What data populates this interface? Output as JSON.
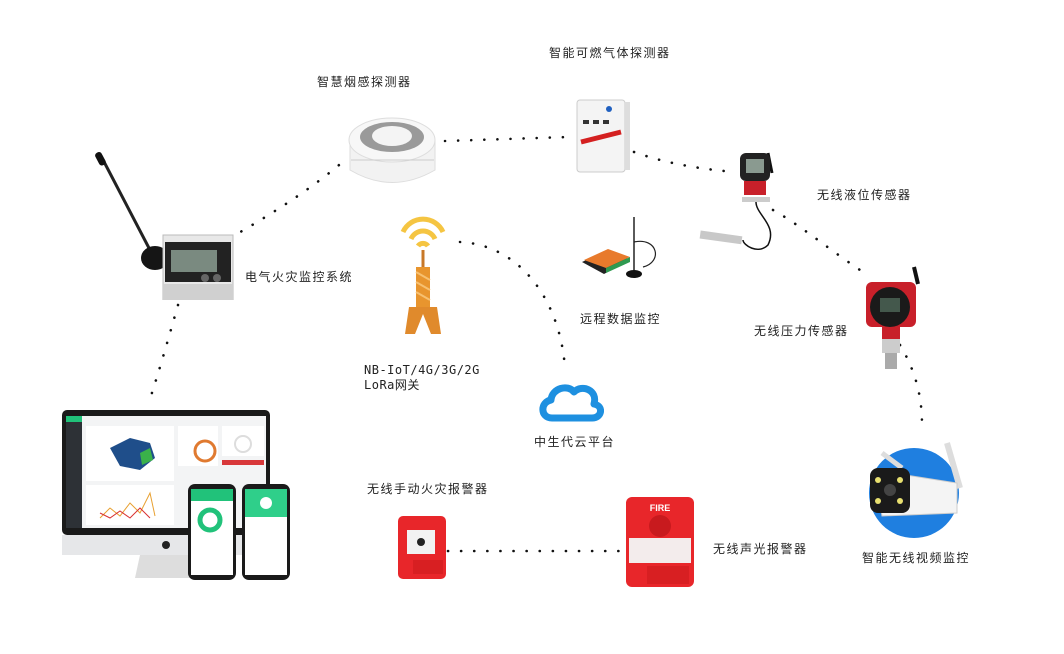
{
  "diagram": {
    "title_hidden": "",
    "nodes": {
      "electrical_fire": {
        "label": "电气火灾监控系统",
        "icon": "din-rail-monitor-with-antenna"
      },
      "smoke_detector": {
        "label": "智慧烟感探测器",
        "icon": "smoke-detector"
      },
      "gas_detector": {
        "label": "智能可燃气体探测器",
        "icon": "gas-detector"
      },
      "liquid_level": {
        "label": "无线液位传感器",
        "icon": "liquid-level-sensor"
      },
      "pressure": {
        "label": "无线压力传感器",
        "icon": "pressure-sensor"
      },
      "video": {
        "label": "智能无线视频监控",
        "icon": "bullet-camera"
      },
      "gateway": {
        "label_line1": "NB-IoT/4G/3G/2G",
        "label_line2": "LoRa网关",
        "icon": "signal-tower"
      },
      "remote_data": {
        "label": "远程数据监控",
        "icon": "dtu-router"
      },
      "cloud": {
        "label": "中生代云平台",
        "icon": "cloud"
      },
      "manual_alarm": {
        "label": "无线手动火灾报警器",
        "icon": "manual-call-point"
      },
      "sound_light_alarm": {
        "label": "无线声光报警器",
        "icon": "sound-light-alarm",
        "badge": "FIRE"
      },
      "platform": {
        "icon": "monitor-and-phones"
      }
    },
    "colors": {
      "cloud": "#1e90e0",
      "tower": "#e08a2c",
      "wifi": "#f5c542",
      "alarm_red": "#e8262a",
      "sensor_red": "#c8202a",
      "camera_blue": "#1f7fe0",
      "dash_green": "#21c27a",
      "dots": "#111111"
    }
  }
}
